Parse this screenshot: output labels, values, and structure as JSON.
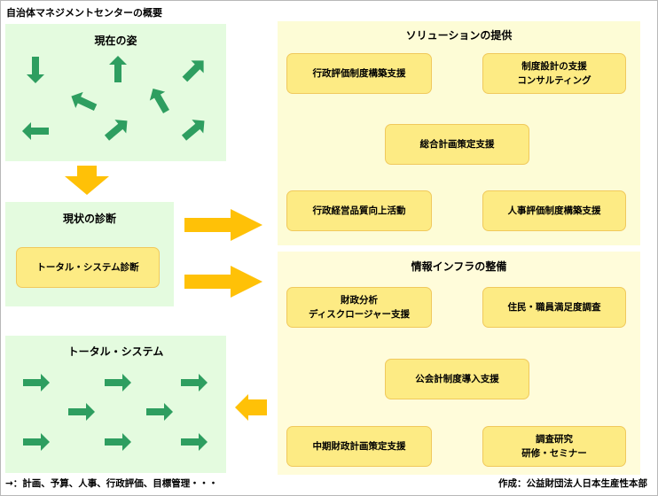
{
  "title": "自治体マネジメントセンターの概要",
  "current": {
    "heading": "現在の姿"
  },
  "diagnosis": {
    "heading": "現状の診断",
    "box": "トータル・システム診断"
  },
  "total_system": {
    "heading": "トータル・システム"
  },
  "solutions": {
    "heading": "ソリューションの提供",
    "items": [
      "行政評価制度構築支援",
      "制度設計の支援\nコンサルティング",
      "総合計画策定支援",
      "行政経営品質向上活動",
      "人事評価制度構築支援"
    ]
  },
  "infra": {
    "heading": "情報インフラの整備",
    "items": [
      "財政分析\nディスクロージャー支援",
      "住民・職員満足度調査",
      "公会計制度導入支援",
      "中期財政計画策定支援",
      "調査研究\n研修・セミナー"
    ]
  },
  "footer": {
    "legend": "→：計画、予算、人事、行政評価、目標管理・・・",
    "credit": "作成：公益財団法人日本生産性本部"
  },
  "colors": {
    "green_panel": "#e4fbdf",
    "yellow_panel": "#fdfcd6",
    "box_fill": "#fdeb84",
    "green_arrow": "#2e9e60",
    "orange_arrow": "#ffc107"
  }
}
